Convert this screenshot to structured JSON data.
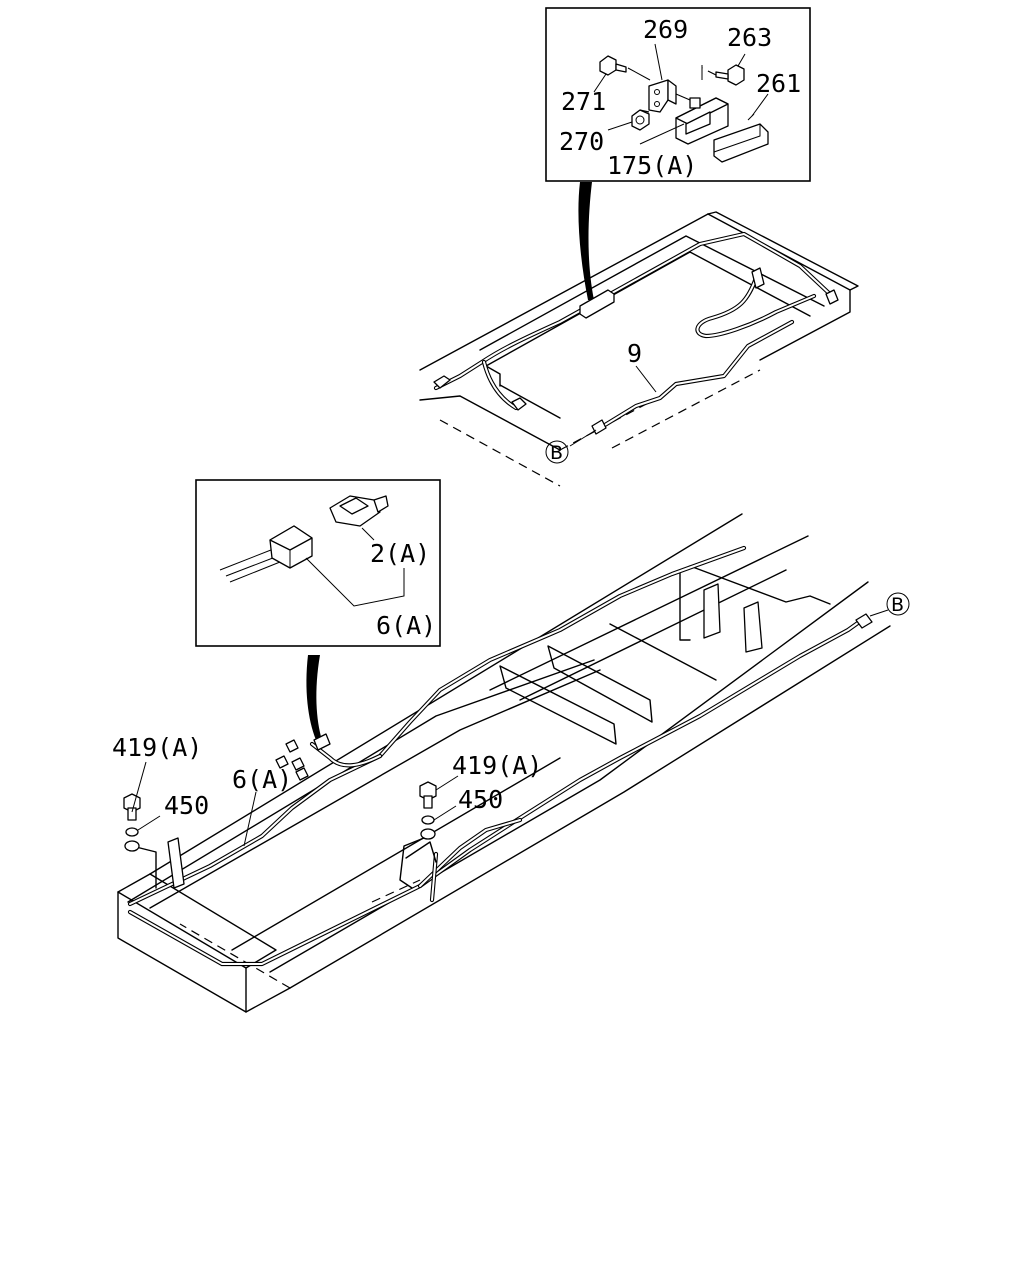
{
  "diagram": {
    "callouts": {
      "p269": "269",
      "p263": "263",
      "p261": "261",
      "p271": "271",
      "p270": "270",
      "p175a": "175(A)",
      "p9": "9",
      "p2a": "2(A)",
      "p6a_inset": "6(A)",
      "p6a_frame": "6(A)",
      "p419a_left": "419(A)",
      "p450_left": "450",
      "p419a_right": "419(A)",
      "p450_right": "450"
    },
    "connector_refs": {
      "upper_b": "B",
      "lower_b": "B"
    }
  }
}
